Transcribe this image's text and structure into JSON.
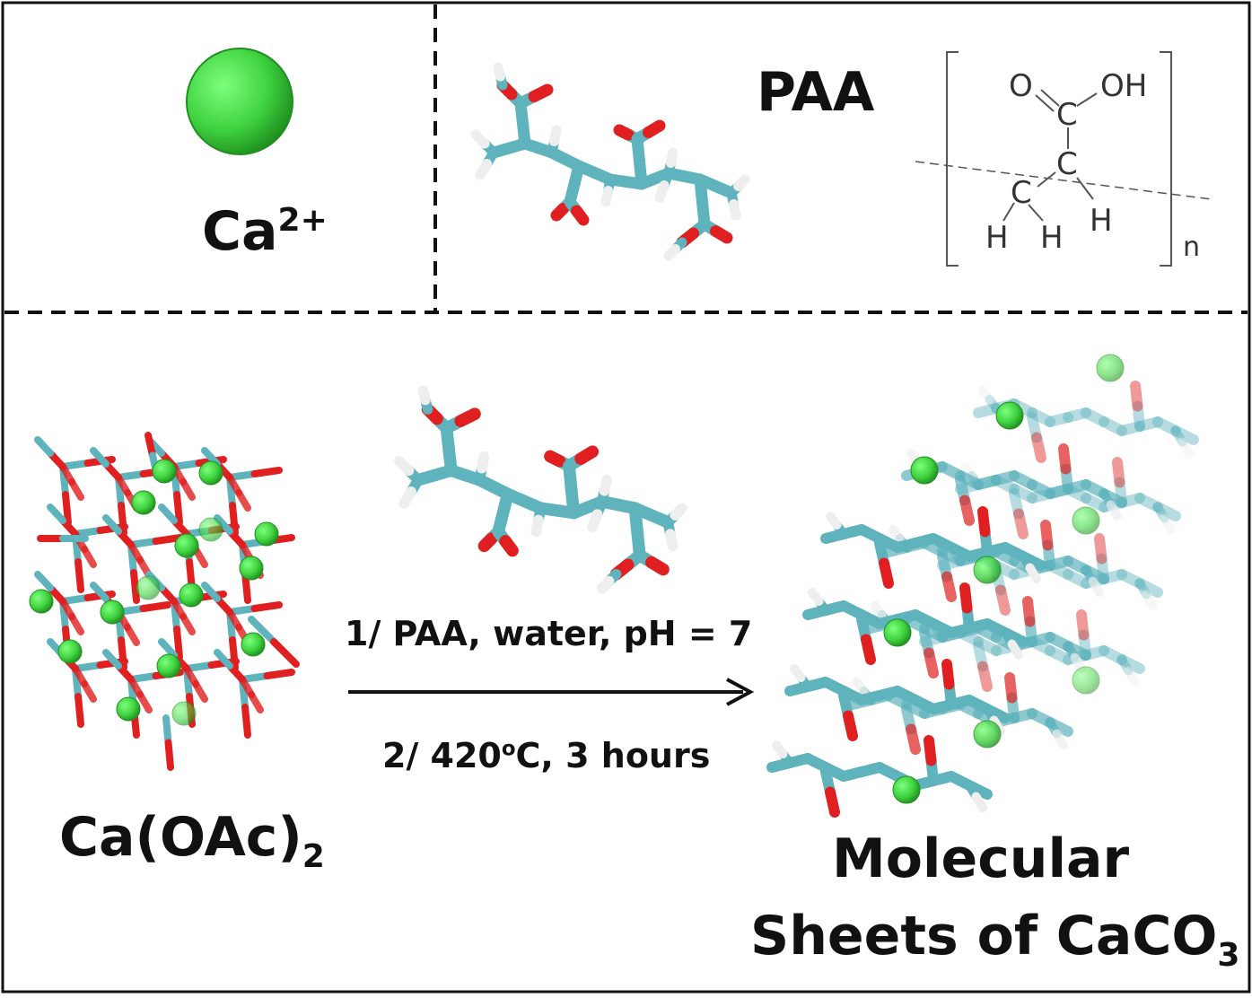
{
  "top_left": {
    "label_base": "Ca",
    "label_sup": "2+"
  },
  "top_right": {
    "title": "PAA",
    "structure": {
      "atom_o": "O",
      "atom_oh": "OH",
      "atom_c1": "C",
      "atom_c2": "C",
      "atom_c3": "C",
      "atom_h1": "H",
      "atom_h2": "H",
      "atom_h3": "H",
      "repeat_n": "n"
    }
  },
  "bottom": {
    "reactant_base": "Ca(OAc)",
    "reactant_sub": "2",
    "step1": "1/ PAA, water, pH = 7",
    "step2_pre": "2/ 420",
    "step2_sup": "o",
    "step2_post": "C, 3 hours",
    "product_line1": "Molecular",
    "product_line2_base": "Sheets of CaCO",
    "product_line2_sub": "3"
  },
  "colors": {
    "calcium": "#3fd23f",
    "carbon": "#5fb3bd",
    "oxygen": "#e02020",
    "hydrogen": "#eeeeee",
    "outline": "#111111"
  }
}
